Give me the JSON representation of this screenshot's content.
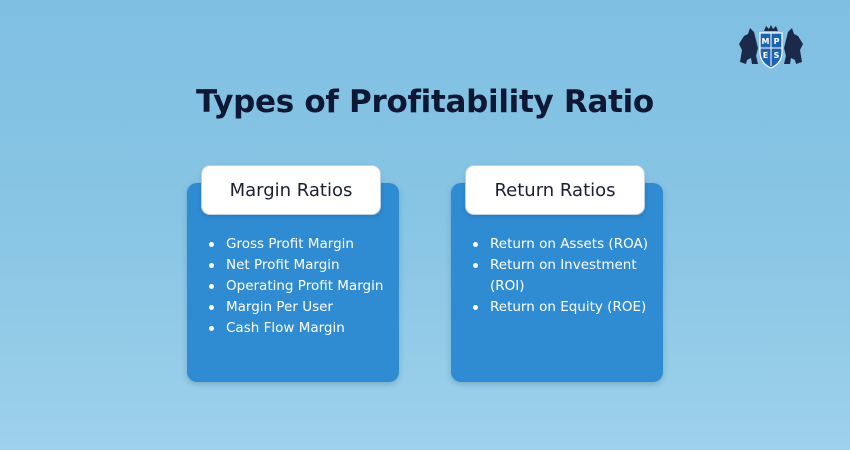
{
  "title": "Types of Profitability Ratio",
  "logo": {
    "letters": [
      "M",
      "P",
      "E",
      "S"
    ],
    "icon": "crest-logo-icon"
  },
  "cards": [
    {
      "heading": "Margin Ratios",
      "items": [
        "Gross Profit Margin",
        "Net Profit Margin",
        "Operating Profit Margin",
        "Margin Per User",
        "Cash Flow Margin"
      ]
    },
    {
      "heading": "Return Ratios",
      "items": [
        "Return on Assets (ROA)",
        "Return on Investment (ROI)",
        "Return on Equity (ROE)"
      ]
    }
  ],
  "colors": {
    "background": "#8ac6e5",
    "card": "#2f8bd2",
    "heading_box": "#ffffff",
    "title_text": "#0e1733"
  }
}
